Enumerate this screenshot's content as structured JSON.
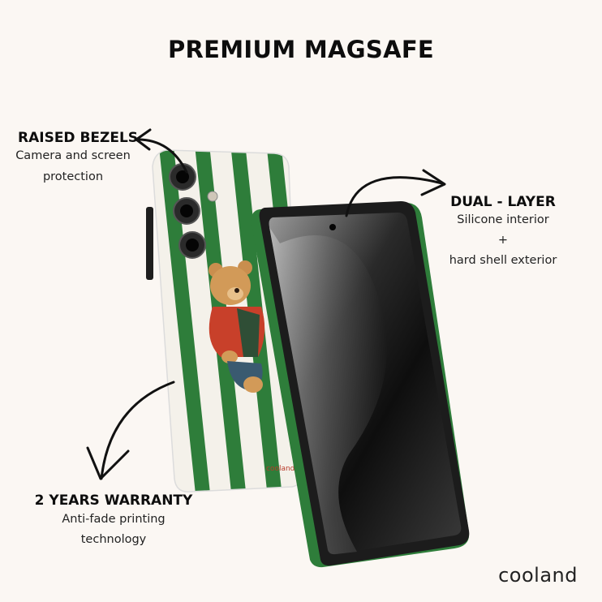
{
  "title": "PREMIUM MAGSAFE",
  "features": {
    "bezels": {
      "heading": "RAISED BEZELS",
      "line1": "Camera and screen",
      "line2": "protection"
    },
    "dual_layer": {
      "heading": "DUAL - LAYER",
      "line1": "Silicone interior",
      "line2": "+",
      "line3": "hard shell exterior"
    },
    "warranty": {
      "heading": "2 YEARS WARRANTY",
      "line1": "Anti-fade printing",
      "line2": "technology"
    }
  },
  "brand": "cooland",
  "case_print_text": "cooland",
  "colors": {
    "background": "#fbf7f3",
    "stripe_green": "#2e7d3a",
    "stripe_white": "#f4f1ea",
    "phone_frame": "#1c1c1c"
  },
  "icons": [
    "curved-arrow-icon",
    "camera-lens-icon",
    "teddy-bear-illustration"
  ]
}
